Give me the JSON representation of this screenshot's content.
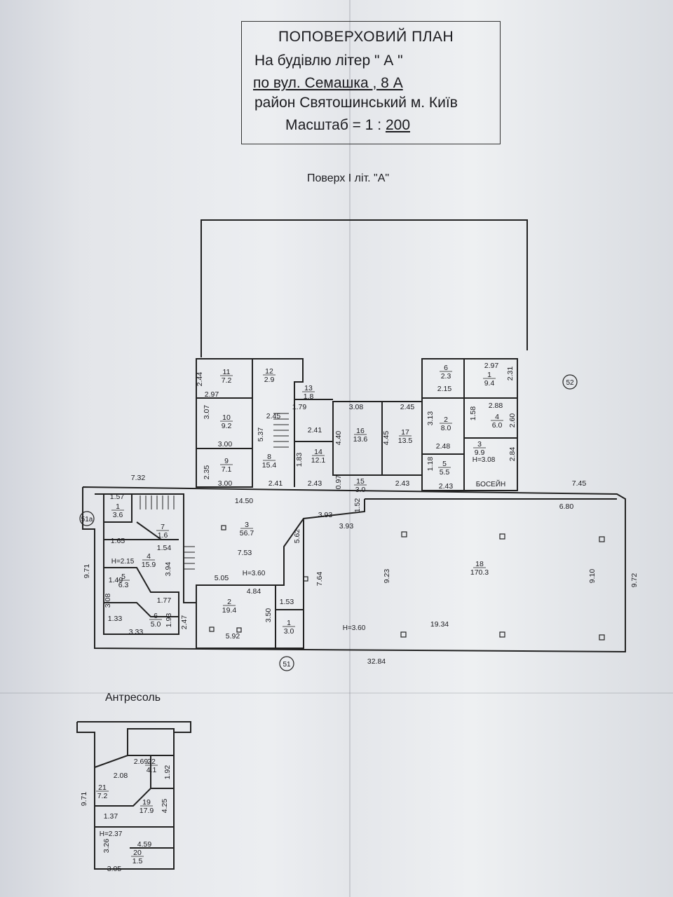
{
  "title": {
    "line1": "ПОПОВЕРХОВИЙ ПЛАН",
    "line2": "На будівлю літер \" А \"",
    "line3": "по вул. Семашка , 8 А",
    "line4": "район Святошинський  м. Київ",
    "scale_prefix": "Масштаб = 1 : ",
    "scale_value": "200"
  },
  "floor_label": "Поверх  I  літ.  \"А\"",
  "mezzanine_label": "Антресоль",
  "axes": [
    "51а",
    "51",
    "52"
  ],
  "rooms": [
    {
      "no": "1",
      "area": "3.6"
    },
    {
      "no": "1",
      "area": "3.0"
    },
    {
      "no": "1",
      "area": "9.4"
    },
    {
      "no": "2",
      "area": "19.4"
    },
    {
      "no": "2",
      "area": "8.0"
    },
    {
      "no": "3",
      "area": "56.7"
    },
    {
      "no": "3",
      "area": "9.9"
    },
    {
      "no": "4",
      "area": "15.9"
    },
    {
      "no": "4",
      "area": "6.0"
    },
    {
      "no": "5",
      "area": "6.3"
    },
    {
      "no": "5",
      "area": "5.5"
    },
    {
      "no": "6",
      "area": "5.0"
    },
    {
      "no": "6",
      "area": "2.3"
    },
    {
      "no": "7",
      "area": "1.6"
    },
    {
      "no": "8",
      "area": "15.4"
    },
    {
      "no": "9",
      "area": "7.1"
    },
    {
      "no": "10",
      "area": "9.2"
    },
    {
      "no": "11",
      "area": "7.2"
    },
    {
      "no": "12",
      "area": "2.9"
    },
    {
      "no": "13",
      "area": "1.8"
    },
    {
      "no": "14",
      "area": "12.1"
    },
    {
      "no": "15",
      "area": "3.0"
    },
    {
      "no": "16",
      "area": "13.6"
    },
    {
      "no": "17",
      "area": "13.5"
    },
    {
      "no": "18",
      "area": "170.3"
    },
    {
      "no": "19",
      "area": "17.9"
    },
    {
      "no": "20",
      "area": "1.5"
    },
    {
      "no": "21",
      "area": "7.2"
    },
    {
      "no": "22",
      "area": "4.1"
    }
  ],
  "heights": [
    "H=2.15",
    "H=3.60",
    "H=3.60",
    "H=3.08",
    "H=2.37"
  ],
  "boiler_label": "БОСЕЙН",
  "dimensions": {
    "left_wing": [
      "1.57",
      "1.65",
      "1.54",
      "3.94",
      "1.49",
      "3.08",
      "1.77",
      "1.33",
      "3.33",
      "1.93",
      "9.71"
    ],
    "center_top": [
      "2.44",
      "2.97",
      "3.07",
      "3.00",
      "2.35",
      "3.00",
      "2.45",
      "5.37",
      "2.41",
      "1.79",
      "2.41",
      "1.83",
      "2.43",
      "0.97",
      "4.40",
      "3.08",
      "4.45",
      "2.45",
      "2.43"
    ],
    "right_top": [
      "2.97",
      "2.31",
      "2.15",
      "3.13",
      "2.88",
      "1.58",
      "2.60",
      "2.48",
      "2.84",
      "1.18",
      "2.43"
    ],
    "main": [
      "7.32",
      "14.50",
      "7.45",
      "3.93",
      "3.93",
      "1.52",
      "6.80",
      "7.53",
      "5.62",
      "7.64",
      "9.23",
      "9.10",
      "9.72",
      "5.05",
      "4.84",
      "1.53",
      "2.47",
      "3.50",
      "5.92",
      "19.34",
      "32.84"
    ],
    "mezzanine": [
      "2.69",
      "1.92",
      "2.08",
      "1.37",
      "4.25",
      "3.26",
      "4.59",
      "3.05",
      "9.71"
    ]
  }
}
